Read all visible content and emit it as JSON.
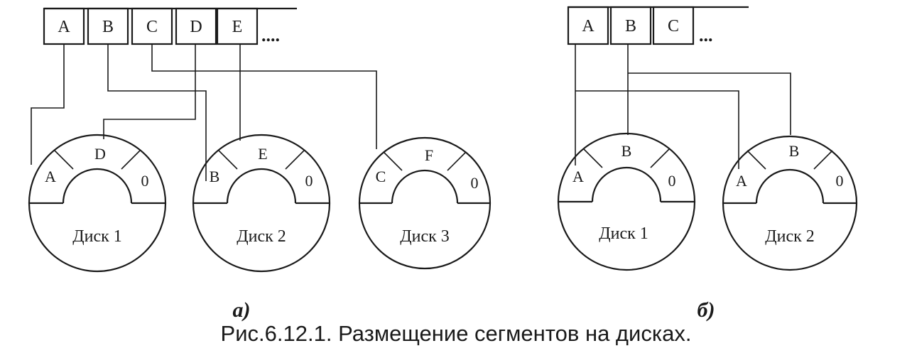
{
  "diagram_a": {
    "label": "а)",
    "cells": [
      "A",
      "B",
      "C",
      "D",
      "E"
    ],
    "ellipsis": "....",
    "disks": [
      {
        "name": "Диск 1",
        "left": "A",
        "top": "D",
        "right": "0"
      },
      {
        "name": "Диск 2",
        "left": "B",
        "top": "E",
        "right": "0"
      },
      {
        "name": "Диск 3",
        "left": "C",
        "top": "F",
        "right": "0"
      }
    ]
  },
  "diagram_b": {
    "label": "б)",
    "cells": [
      "A",
      "B",
      "C"
    ],
    "ellipsis": "...",
    "disks": [
      {
        "name": "Диск 1",
        "left": "A",
        "top": "B",
        "right": "0"
      },
      {
        "name": "Диск 2",
        "left": "A",
        "top": "B",
        "right": "0"
      }
    ]
  },
  "caption": "Рис.6.12.1. Размещение сегментов на дисках."
}
